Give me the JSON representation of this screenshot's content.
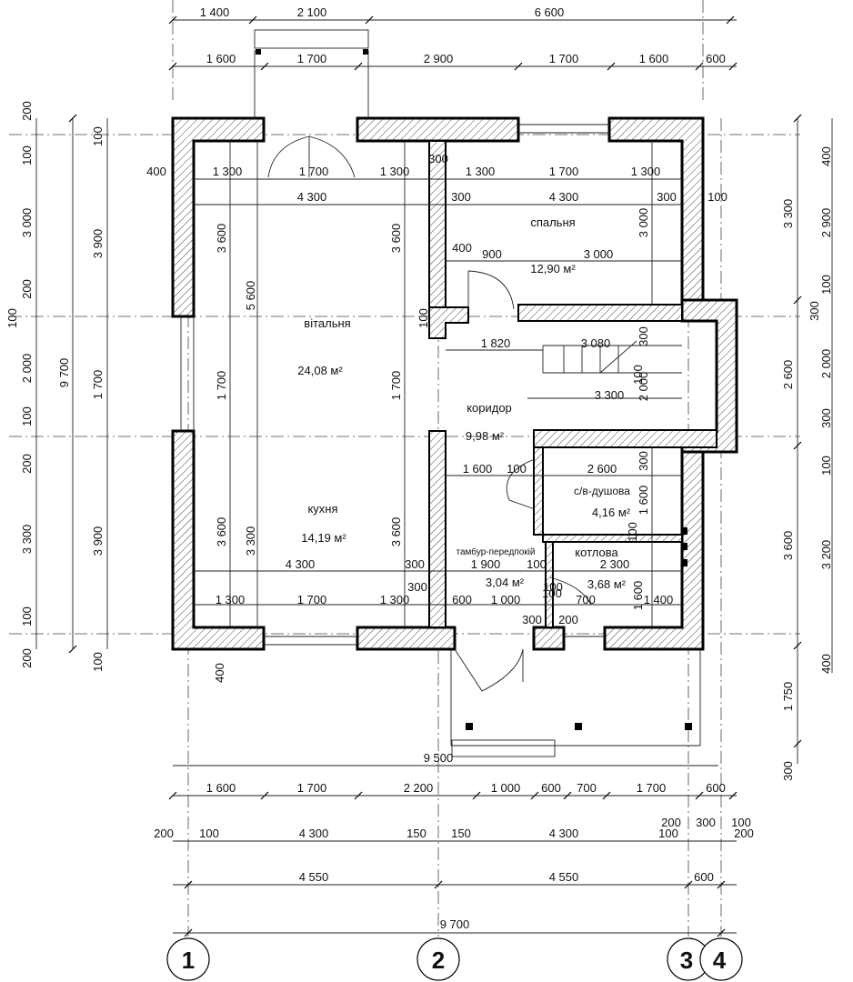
{
  "axes": [
    "1",
    "2",
    "3",
    "4"
  ],
  "rooms": [
    {
      "name": "вітальня",
      "area": "24,08 м²"
    },
    {
      "name": "спальня",
      "area": "12,90 м²"
    },
    {
      "name": "коридор",
      "area": "9,98 м²"
    },
    {
      "name": "кухня",
      "area": "14,19 м²"
    },
    {
      "name": "с/в-душова",
      "area": "4,16 м²"
    },
    {
      "name": "котлова",
      "area": "3,68 м²"
    },
    {
      "name": "тамбур-передпокій",
      "area": "3,04 м²"
    }
  ],
  "dims": {
    "top1": [
      "1 400",
      "2 100",
      "6 600"
    ],
    "top2": [
      "1 600",
      "1 700",
      "2 900",
      "1 700",
      "1 600",
      "600"
    ],
    "bottom1": "9 500",
    "bottom2": [
      "1 600",
      "1 700",
      "2 200",
      "1 000",
      "600",
      "700",
      "1 700",
      "600"
    ],
    "bottom3": [
      "200",
      "100",
      "4 300",
      "150",
      "150",
      "4 300",
      "100",
      "200",
      "300",
      "100",
      "200"
    ],
    "bottom4": [
      "4 550",
      "4 550",
      "600"
    ],
    "bottom5": "9 700",
    "left_outer": [
      "200",
      "100",
      "3 000",
      "200",
      "100",
      "2 000",
      "100",
      "200",
      "3 300",
      "100",
      "200"
    ],
    "left_mid": [
      "100",
      "3 900",
      "1 700",
      "3 900",
      "100"
    ],
    "left_total": "9 700",
    "right1": [
      "3 300",
      "2 600",
      "3 600",
      "1 750",
      "300"
    ],
    "right2": [
      "400",
      "2 900",
      "100",
      "300",
      "2 000",
      "300",
      "100",
      "3 200",
      "400"
    ],
    "interior": [
      "400",
      "1 300",
      "1 700",
      "1 300",
      "300",
      "1 300",
      "1 700",
      "1 300",
      "4 300",
      "300",
      "4 300",
      "300",
      "100",
      "3 600",
      "5 600",
      "3 600",
      "3 000",
      "400",
      "900",
      "3 000",
      "1 820",
      "3 080",
      "300",
      "2 000",
      "3 300",
      "1 700",
      "1 700",
      "1 600",
      "100",
      "2 600",
      "300",
      "1 600",
      "3 600",
      "3 300",
      "3 600",
      "4 300",
      "300",
      "1 900",
      "100",
      "2 300",
      "300",
      "100",
      "1 600",
      "1 300",
      "1 700",
      "1 300",
      "600",
      "1 000",
      "100",
      "700",
      "1 400",
      "300",
      "200",
      "400",
      "100",
      "100",
      "100"
    ]
  }
}
